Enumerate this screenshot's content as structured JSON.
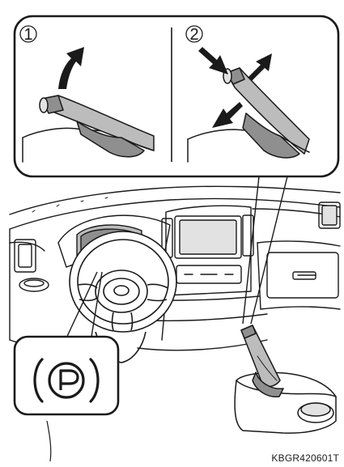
{
  "steps": [
    {
      "number": "1"
    },
    {
      "number": "2"
    }
  ],
  "indicator": {
    "symbol": "(P)",
    "icon": "parking-brake-indicator-icon"
  },
  "figure_code": "KBGR420601T",
  "colors": {
    "line": "#1a1a1a",
    "shade_light": "#e2e2e2",
    "shade_mid": "#bcbcbc",
    "shade_dark": "#8f8f8f"
  }
}
